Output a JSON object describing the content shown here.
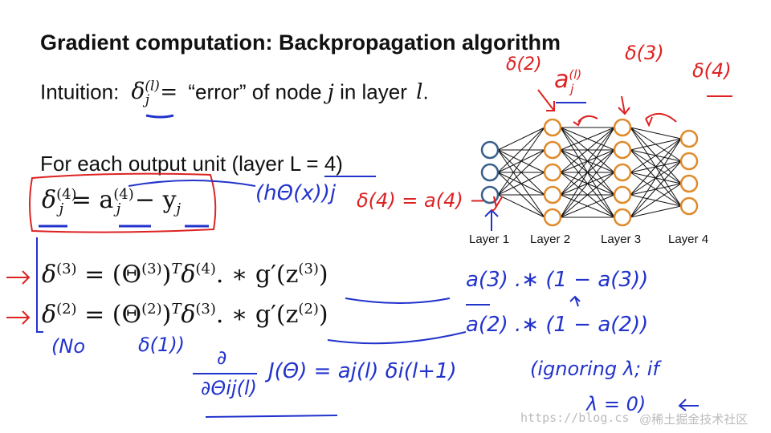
{
  "title": "Gradient computation: Backpropagation algorithm",
  "intuition": {
    "prefix": "Intuition:",
    "delta": "δ",
    "sup": "(l)",
    "sub": "j",
    "equals": "=",
    "quote": "“error” of node",
    "j": "j",
    "inlayer": "in layer",
    "l": "l",
    "period": "."
  },
  "output_unit_text": "For each output unit (layer L = 4)",
  "equations": {
    "eq1": {
      "delta": "δ",
      "sup": "(4)",
      "sub": "j",
      "rhs1": "= a",
      "rhs_sup": "(4)",
      "rhs_sub": "j",
      "rhs2": "− y",
      "rhs2_sub": "j"
    },
    "eq2": {
      "lhs": "δ",
      "lhs_sup": "(3)",
      "mid": "= (Θ",
      "mid_sup": "(3)",
      "mid2": ")",
      "T": "T",
      "d": "δ",
      "d_sup": "(4)",
      "tail": ". ∗ g′(z",
      "tail_sup": "(3)",
      "end": ")"
    },
    "eq3": {
      "lhs": "δ",
      "lhs_sup": "(2)",
      "mid": "= (Θ",
      "mid_sup": "(2)",
      "mid2": ")",
      "T": "T",
      "d": "δ",
      "d_sup": "(3)",
      "tail": ". ∗ g′(z",
      "tail_sup": "(2)",
      "end": ")"
    }
  },
  "network": {
    "layers": [
      {
        "label": "Layer 1",
        "nodes": 3,
        "color": "#3a5f8a"
      },
      {
        "label": "Layer 2",
        "nodes": 5,
        "color": "#e08a2c"
      },
      {
        "label": "Layer 3",
        "nodes": 5,
        "color": "#e08a2c"
      },
      {
        "label": "Layer 4",
        "nodes": 4,
        "color": "#e08a2c"
      }
    ]
  },
  "handwriting": {
    "red_delta2": "δ(2)",
    "red_delta3": "δ(3)",
    "red_delta4": "δ(4)",
    "red_aj": "a",
    "red_aj_sup": "(l)",
    "red_aj_sub": "j",
    "blue_h": "(hΘ(x))j",
    "red_eq": "δ(4) = a(4) − y",
    "blue_a3": "a(3) .∗ (1 − a(3))",
    "blue_a2": "a(2) .∗ (1 − a(2))",
    "blue_no": "(No",
    "blue_d1": "δ(1))",
    "blue_grad_num": "∂",
    "blue_grad_den": "∂Θij(l)",
    "blue_grad_rhs": "J(Θ) = aj(l) δi(l+1)",
    "blue_ignore1": "(ignoring λ; if",
    "blue_ignore2": "λ = 0)"
  },
  "watermark": {
    "url": "https://blog.cs",
    "site": "@稀土掘金技术社区"
  },
  "colors": {
    "handwriting_blue": "#2233cc",
    "handwriting_red": "#dd2222",
    "input_node": "#3a5f8a",
    "hidden_node": "#e08a2c"
  }
}
